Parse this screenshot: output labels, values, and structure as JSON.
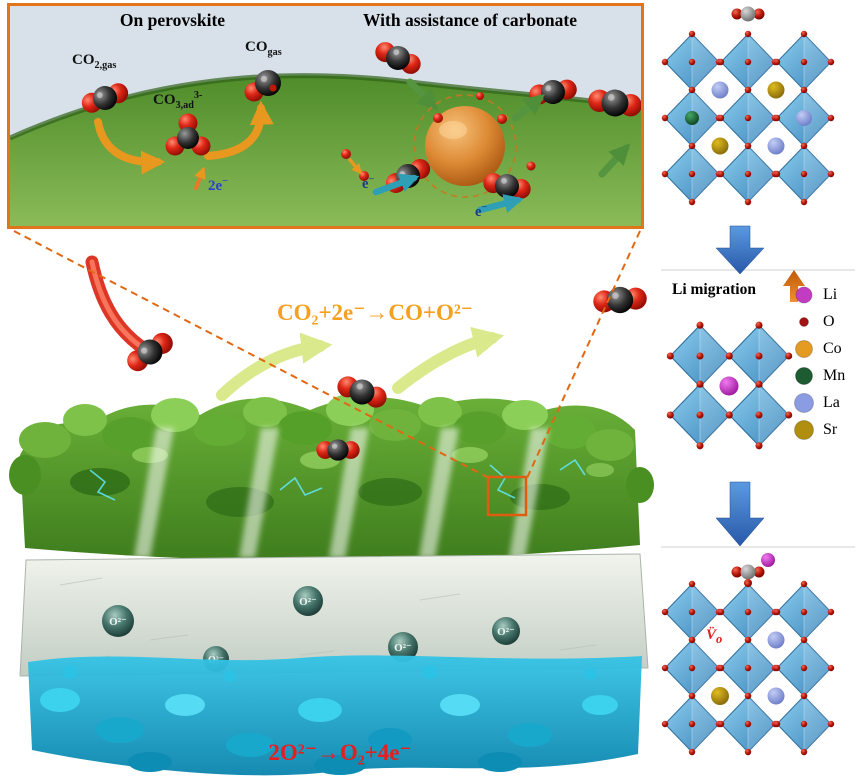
{
  "inset": {
    "title_left": "On perovskite",
    "title_right": "With assistance of carbonate",
    "co2gas": {
      "base": "CO",
      "sub": "2,gas"
    },
    "co3ad": {
      "base": "CO",
      "sub": "3,ad",
      "sup": "3-"
    },
    "cogas": {
      "base": "CO",
      "sub": "gas"
    },
    "two_e": {
      "base": "2e",
      "sup": "−"
    },
    "e1": {
      "base": "e",
      "sup": "−"
    },
    "e2": {
      "base": "e",
      "sup": "−"
    }
  },
  "main": {
    "reaction_top": "CO₂+2e⁻→CO+O²⁻",
    "reaction_bottom": "2O²⁻→O₂+4e⁻",
    "o_ion": "O²⁻"
  },
  "right": {
    "li_migration": "Li migration",
    "vacancy": {
      "base": "V̈",
      "sub": "o"
    },
    "legend": [
      {
        "label": "Li",
        "color": "#c23cc2"
      },
      {
        "label": "O",
        "color": "#a31212"
      },
      {
        "label": "Co",
        "color": "#e39b22"
      },
      {
        "label": "Mn",
        "color": "#1c5c30"
      },
      {
        "label": "La",
        "color": "#8b9ce2"
      },
      {
        "label": "Sr",
        "color": "#b08f10"
      }
    ]
  },
  "colors": {
    "inset_border_orange": "#e0751b",
    "reaction_top_orange": "#f5a01e",
    "reaction_bottom_red": "#e81d1d",
    "octahedra_blue": "#4a90c4",
    "catalyst_green": "#5aa22e",
    "porous_blue": "#1fb0d6"
  }
}
